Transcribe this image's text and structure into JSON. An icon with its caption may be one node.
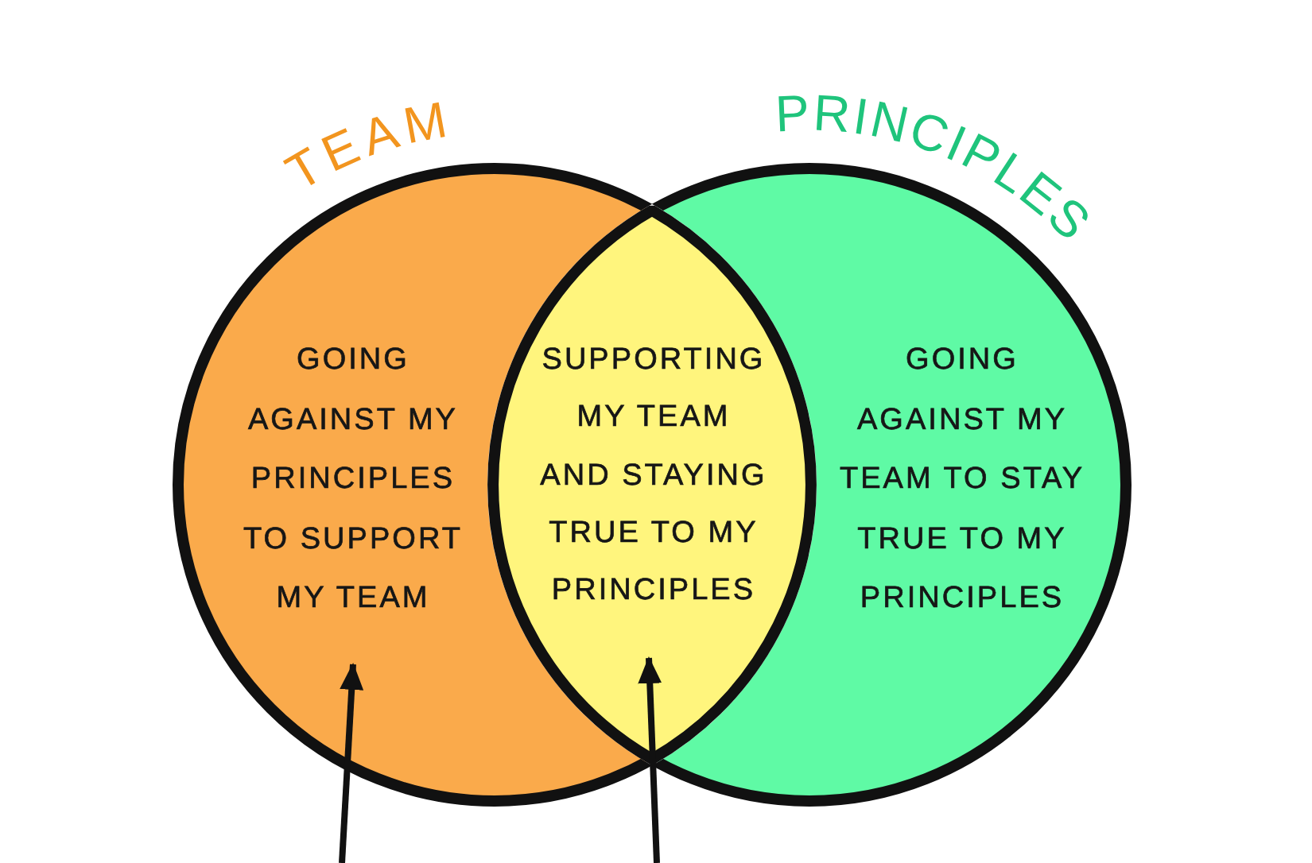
{
  "diagram": {
    "nodes": [
      {
        "text": [
          "TEAM",
          "GOING AGAINST MY PRINCIPLES TO SUPPORT MY TEAM"
        ]
      },
      {
        "text": [
          "SUPPORTING MY TEAM AND STAYING TRUE TO MY PRINCIPLES"
        ]
      },
      {
        "text": [
          "PRINCIPLES",
          "GOING AGAINST MY TEAM TO STAY TRUE TO MY PRINCIPLES"
        ]
      }
    ],
    "edges": [
      {
        "from": null,
        "to": 0,
        "arrow": "to"
      },
      {
        "from": null,
        "to": 1,
        "arrow": "to"
      }
    ]
  }
}
